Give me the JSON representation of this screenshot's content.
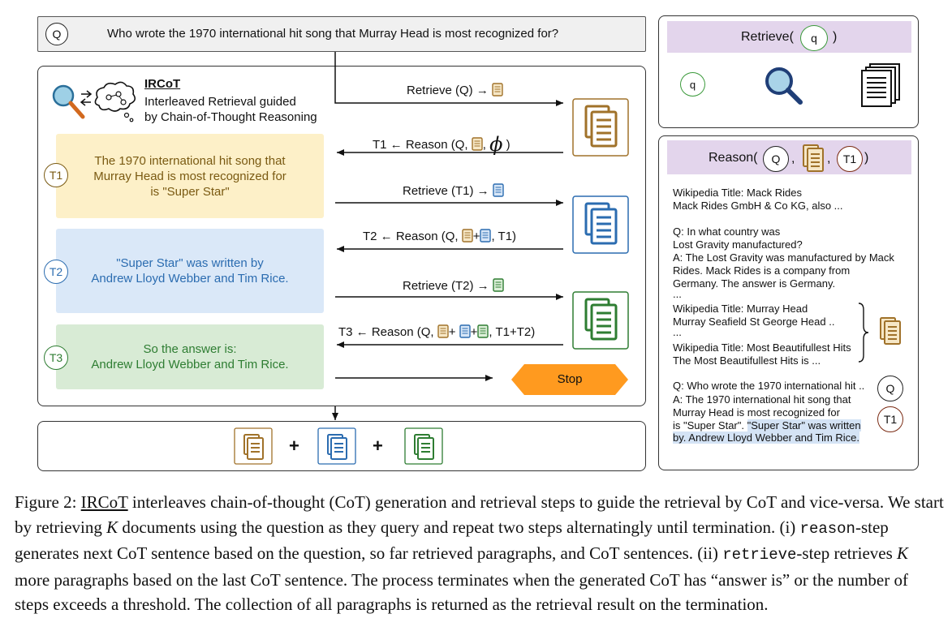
{
  "question": {
    "marker": "Q",
    "text": "Who wrote the 1970 international hit song that Murray Head is most recognized for?"
  },
  "ircot": {
    "name": "IRCoT",
    "desc_line1": "Interleaved Retrieval guided",
    "desc_line2": "by Chain-of-Thought Reasoning"
  },
  "thoughts": [
    {
      "marker": "T1",
      "line1": "The 1970 international hit song that",
      "line2": "Murray Head is most recognized for",
      "line3": "is \"Super Star\"",
      "color": "#7a5a12",
      "bg": "#fdf0c8"
    },
    {
      "marker": "T2",
      "line1": "\"Super Star\" was written by",
      "line2": "Andrew Lloyd Webber and Tim Rice.",
      "color": "#2b6cb0",
      "bg": "#dae8f8"
    },
    {
      "marker": "T3",
      "line1": "So the answer is:",
      "line2": "Andrew Lloyd Webber and Tim Rice.",
      "color": "#2e7d32",
      "bg": "#d8ebd5"
    }
  ],
  "steps": {
    "retrieve_q": "Retrieve (Q) →",
    "reason_t1_a": "T1 ← Reason (Q,",
    "reason_t1_b": ",",
    "reason_t1_c": ")",
    "retrieve_t1": "Retrieve (T1) →",
    "reason_t2_a": "T2 ← Reason (Q,",
    "reason_t2_plus": "+",
    "reason_t2_c": ", T1)",
    "retrieve_t2": "Retrieve (T2) →",
    "reason_t3_a": "T3 ← Reason (Q,",
    "reason_t3_plus1": "+",
    "reason_t3_plus2": "+",
    "reason_t3_c": ", T1+T2)",
    "phi": "ϕ",
    "stop": "Stop"
  },
  "collection": {
    "plus1": "+",
    "plus2": "+"
  },
  "retrieve_panel": {
    "title_a": "Retrieve(",
    "title_q": "q",
    "title_b": ")",
    "q": "q"
  },
  "reason_panel": {
    "title_a": "Reason(",
    "title_q": "Q",
    "title_sep": ",",
    "title_t1": "T1",
    "title_b": ")",
    "lines": [
      "Wikipedia Title: Mack Rides",
      "Mack Rides GmbH & Co KG, also ...",
      "Q: In what country was",
      "Lost Gravity manufactured?",
      "A: The Lost Gravity was manufactured by Mack",
      "Rides. Mack Rides is a company from",
      "Germany. The answer is Germany.",
      "...",
      "Wikipedia Title: Murray Head",
      "Murray Seafield St George Head ..",
      "...",
      "Wikipedia Title: Most Beautifullest Hits",
      "The Most Beautifullest Hits is ...",
      "Q: Who wrote the 1970 international hit ..",
      "A: The 1970 international hit song that",
      "Murray Head is most recognized for",
      "is \"Super Star\".",
      "\"Super Star\" was written",
      "by. Andrew Lloyd Webber and Tim Rice."
    ],
    "marker_q": "Q",
    "marker_t1": "T1"
  },
  "caption": {
    "fig": "Figure 2:",
    "ircot": "IRCoT",
    "p1": "interleaves chain-of-thought (CoT) generation and retrieval steps to guide the retrieval by CoT and vice-versa. We start by retrieving",
    "k1": "K",
    "p2": "documents using the question as they query and repeat two steps alternatingly until termination. (i)",
    "reason": "reason",
    "p3": "-step generates next CoT sentence based on the question, so far retrieved paragraphs, and CoT sentences. (ii)",
    "retrieve": "retrieve",
    "p4": "-step retrieves",
    "k2": "K",
    "p5": "more paragraphs based on the last CoT sentence. The process terminates when the generated CoT has “answer is” or the number of steps exceeds a threshold. The collection of all paragraphs is returned as the retrieval result on the termination."
  },
  "colors": {
    "brown": "#a0722a",
    "blue": "#2b6cb0",
    "green": "#2e7d32",
    "orange": "#ff9a1f",
    "purple": "#e3d5ec"
  }
}
